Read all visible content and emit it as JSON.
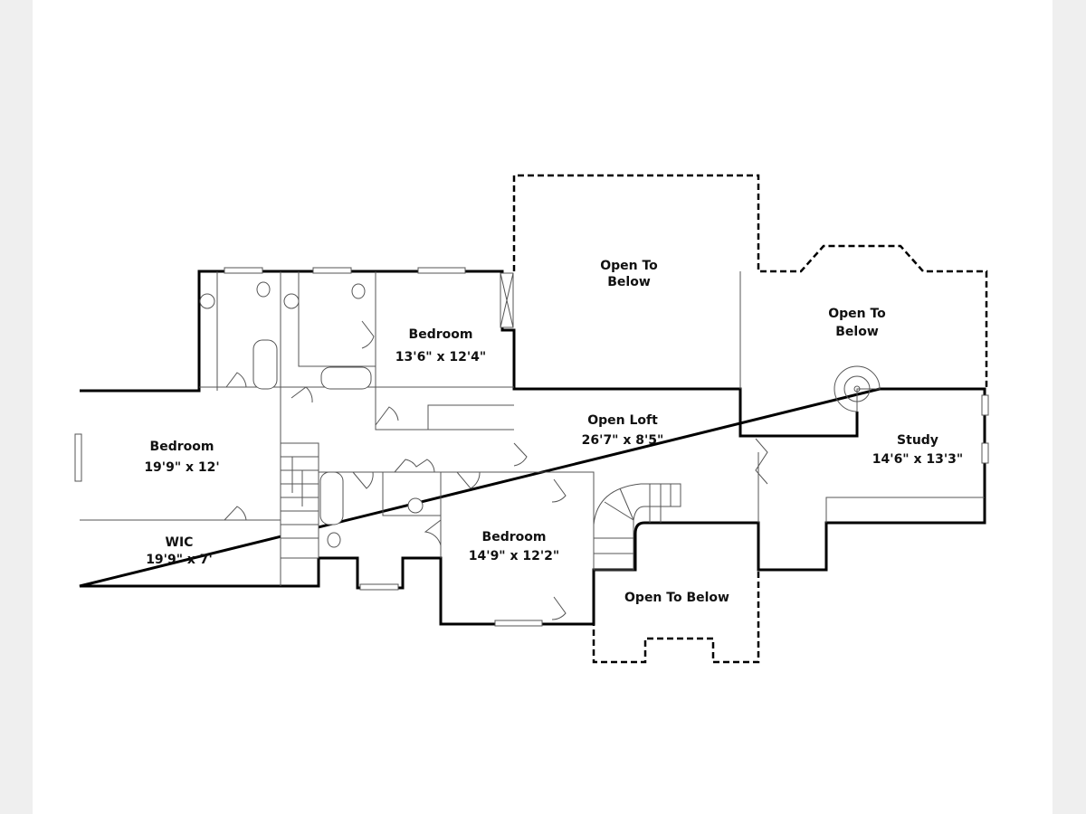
{
  "floor_plan": {
    "rooms": [
      {
        "name": "Bedroom",
        "size": "13'6\" x 12'4\""
      },
      {
        "name": "Bedroom",
        "size": "19'9\" x 12'"
      },
      {
        "name": "WIC",
        "size": "19'9\" x 7'"
      },
      {
        "name": "Bedroom",
        "size": "14'9\" x 12'2\""
      },
      {
        "name": "Open Loft",
        "size": "26'7\" x 8'5\""
      },
      {
        "name": "Study",
        "size": "14'6\" x 13'3\""
      }
    ],
    "open_areas": [
      {
        "line1": "Open To",
        "line2": "Below"
      },
      {
        "line1": "Open To",
        "line2": "Below"
      },
      {
        "line1": "Open To Below"
      }
    ]
  }
}
